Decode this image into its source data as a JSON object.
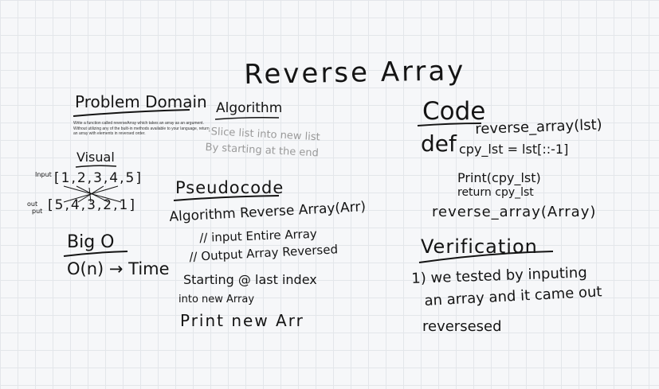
{
  "title": "Reverse Array",
  "problem_domain": {
    "heading": "Problem Domain",
    "description": "Write a function called reverseArray which takes an array as an argument. Without utilizing any of the built-in methods available to your language, return an array with elements in reversed order."
  },
  "algorithm": {
    "heading": "Algorithm",
    "line1": "·Slice list into new list",
    "line2": "By starting at the end"
  },
  "visual": {
    "heading": "Visual",
    "input_label": "Input",
    "input_array": "[1,2,3,4,5]",
    "output_label_line1": "out",
    "output_label_line2": "put",
    "output_array": "[5,4,3,2,1]"
  },
  "big_o": {
    "heading": "Big O",
    "body": "O(n) → Time"
  },
  "pseudocode": {
    "heading": "Pseudocode",
    "line1": "Algorithm Reverse Array(Arr)",
    "line2": "// input Entire Array",
    "line3": "// Output Array Reversed",
    "line4": "Starting @ last index",
    "line5": "into new Array",
    "line6": "Print new Arr"
  },
  "code": {
    "heading": "Code",
    "keyword": "def",
    "signature": "reverse_array(lst)",
    "line2": "cpy_lst = lst[::-1]",
    "line3": "Print(cpy_lst)",
    "line4": "return cpy_lst",
    "call": "reverse_array(Array)"
  },
  "verification": {
    "heading": "Verification",
    "line1": "1) we tested by inputing",
    "line2": "an array and it came out",
    "line3": "reversesed"
  },
  "colors": {
    "ink": "#141414",
    "faded_ink": "#9a9a9a",
    "grid": "#e3e6ea",
    "background": "#f6f7f9"
  }
}
